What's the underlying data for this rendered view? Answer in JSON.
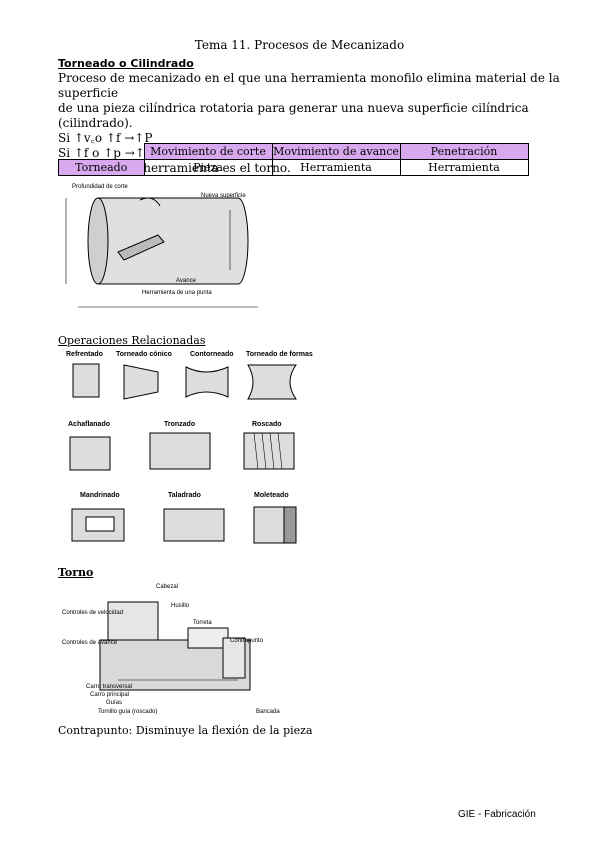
{
  "header": "Tema 11. Procesos de Mecanizado",
  "section1": {
    "title": "Torneado o Cilindrado",
    "para_line1": "Proceso de mecanizado en el que una herramienta monofilo elimina material de la superficie",
    "para_line2": "de una pieza cilíndrica rotatoria para generar una nueva superficie cilíndrica (cilindrado).",
    "rule1": "Si ↑v꜀o ↑f →↑P",
    "rule2": "Si ↑f o ↑p →↑t꜀",
    "machine": "La máquina – herramienta es el torno."
  },
  "table": {
    "headers": [
      "Movimiento de corte",
      "Movimiento de avance",
      "Penetración"
    ],
    "row_label": "Torneado",
    "row": [
      "Pieza",
      "Herramienta",
      "Herramienta"
    ]
  },
  "figure1": {
    "labels": [
      "Profundidad de corte",
      "Nueva superficie",
      "Avance",
      "Herramienta de una punta"
    ]
  },
  "section2": {
    "title": "Operaciones Relacionadas",
    "ops": [
      "Refrentado",
      "Torneado cónico",
      "Contorneado",
      "Torneado de formas",
      "Achaflanado",
      "Tronzado",
      "Roscado",
      "Mandrinado",
      "Taladrado",
      "Moleteado"
    ]
  },
  "section3": {
    "title": "Torno",
    "labels": [
      "Cabezal",
      "Husillo",
      "Controles de velocidad",
      "Controles de avance",
      "Torreta",
      "Contrapunto",
      "Carro transversal",
      "Carro principal",
      "Guías",
      "Tornillo guía (roscado)",
      "Bancada"
    ],
    "note": "Contrapunto: Disminuye la flexión de la pieza"
  },
  "footer": "GIE - Fabricación"
}
